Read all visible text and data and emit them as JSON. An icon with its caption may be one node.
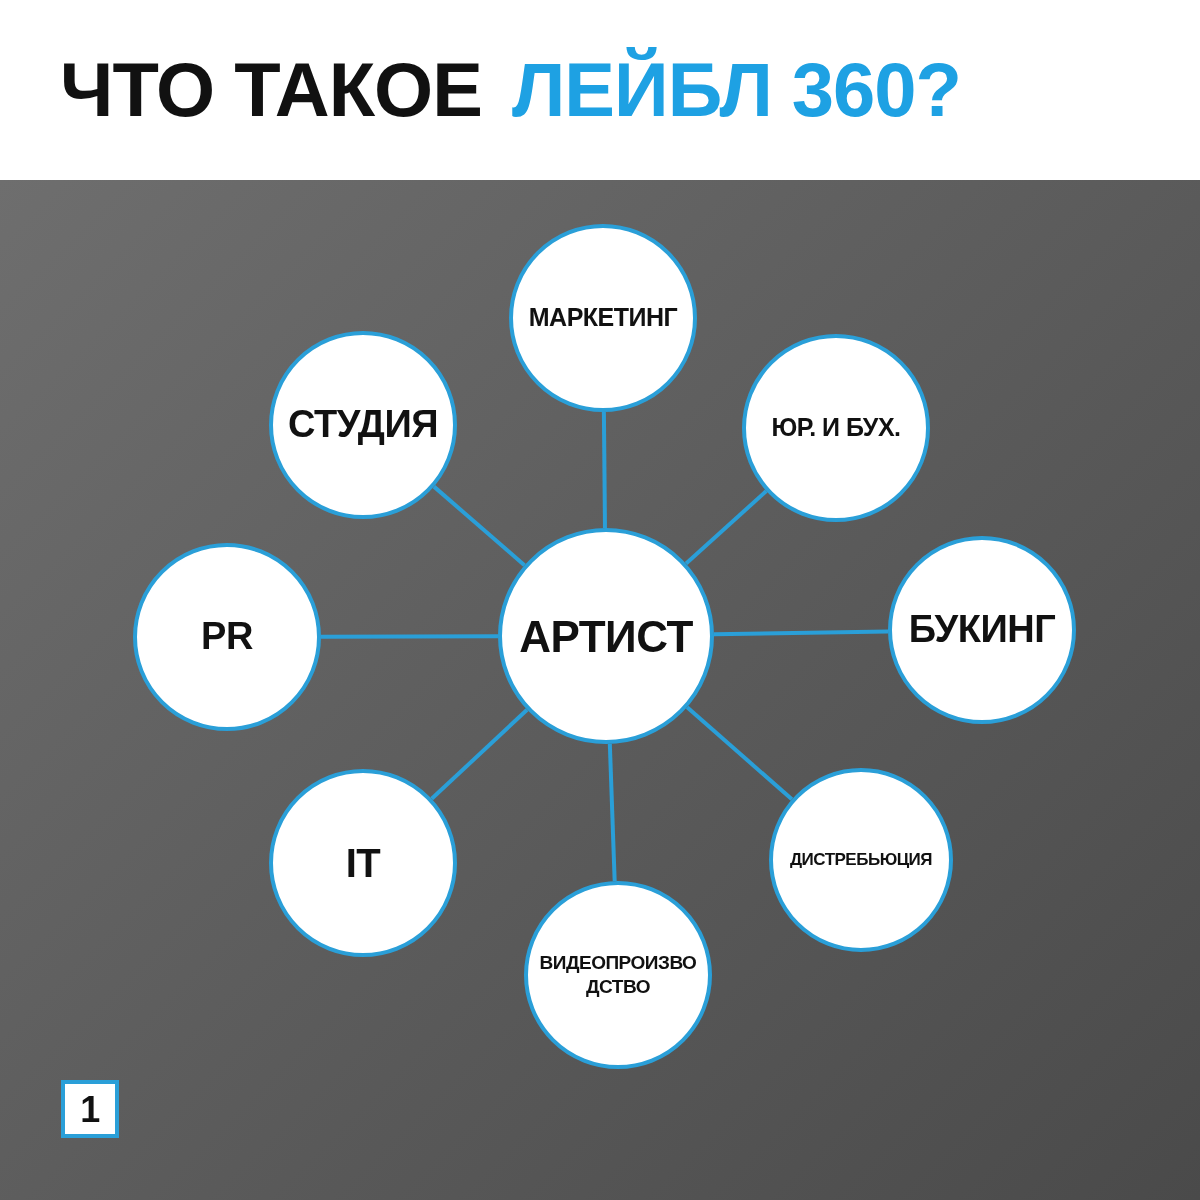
{
  "diagram": {
    "title": "ЧТО ТАКОЕ *ЛЕЙБЛ 360?*",
    "nodes": [
      {
        "text": [
          "МАРКЕТИНГ"
        ]
      },
      {
        "text": [
          "СТУДИЯ"
        ]
      },
      {
        "text": [
          "ЮР. И БУХ."
        ]
      },
      {
        "text": [
          "PR"
        ]
      },
      {
        "text": [
          "АРТИСТ"
        ]
      },
      {
        "text": [
          "БУКИНГ"
        ]
      },
      {
        "text": [
          "IT"
        ]
      },
      {
        "text": [
          "ДИСТРЕБЬЮЦИЯ"
        ]
      },
      {
        "text": [
          "ВИДЕОПРОИЗВО ДСТВО"
        ]
      },
      {
        "text": [
          "1"
        ]
      }
    ],
    "edges": [
      {
        "from": 4,
        "to": 0,
        "arrow": "none"
      },
      {
        "from": 4,
        "to": 1,
        "arrow": "none"
      },
      {
        "from": 4,
        "to": 2,
        "arrow": "none"
      },
      {
        "from": 4,
        "to": 3,
        "arrow": "none"
      },
      {
        "from": 4,
        "to": 5,
        "arrow": "none"
      },
      {
        "from": 4,
        "to": 6,
        "arrow": "none"
      },
      {
        "from": 4,
        "to": 7,
        "arrow": "none"
      },
      {
        "from": 4,
        "to": 8,
        "arrow": "none"
      }
    ]
  }
}
